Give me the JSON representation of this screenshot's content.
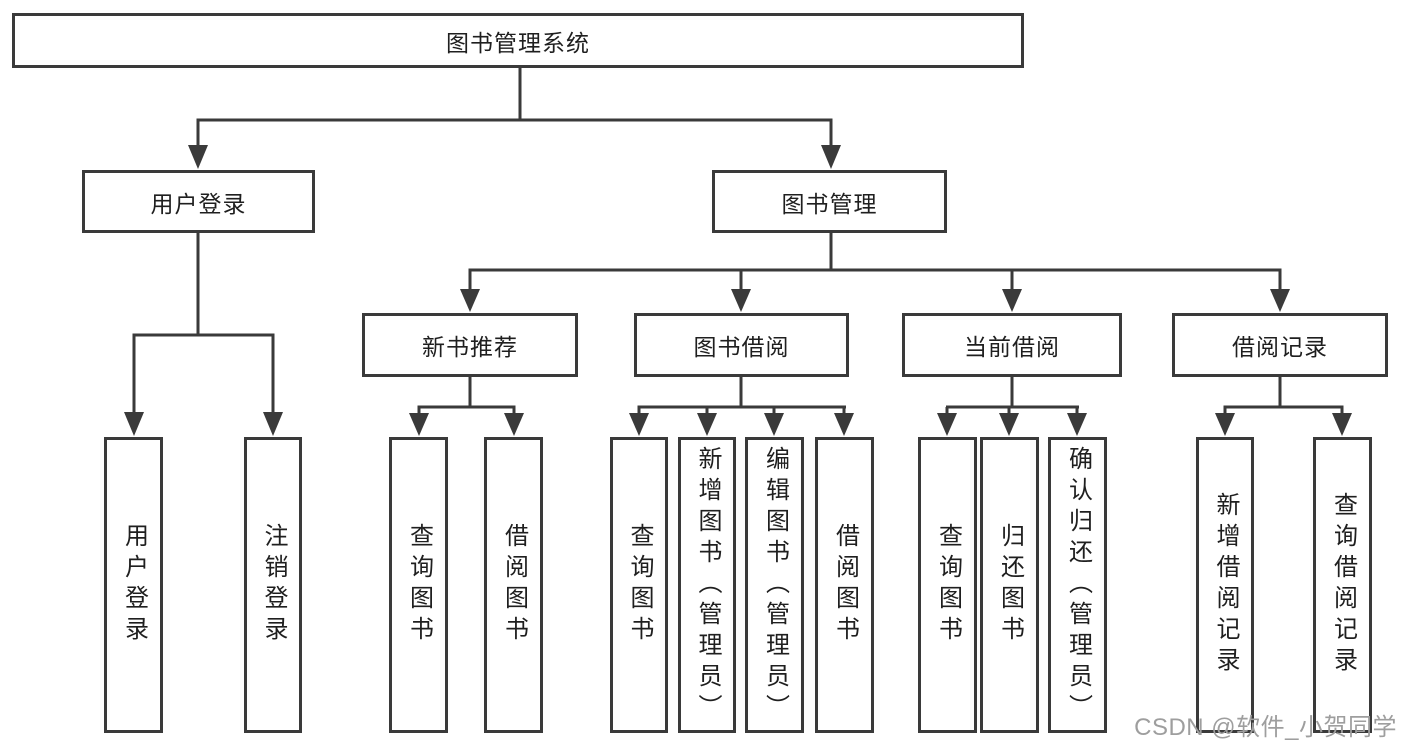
{
  "diagram": {
    "title": "图书管理系统",
    "branches": [
      {
        "label": "用户登录",
        "children": [
          {
            "label": "用户登录"
          },
          {
            "label": "注销登录"
          }
        ]
      },
      {
        "label": "图书管理",
        "children": [
          {
            "label": "新书推荐",
            "children": [
              {
                "label": "查询图书"
              },
              {
                "label": "借阅图书"
              }
            ]
          },
          {
            "label": "图书借阅",
            "children": [
              {
                "label": "查询图书"
              },
              {
                "label": "新增图书（管理员）"
              },
              {
                "label": "编辑图书（管理员）"
              },
              {
                "label": "借阅图书"
              }
            ]
          },
          {
            "label": "当前借阅",
            "children": [
              {
                "label": "查询图书"
              },
              {
                "label": "归还图书"
              },
              {
                "label": "确认归还（管理员）"
              }
            ]
          },
          {
            "label": "借阅记录",
            "children": [
              {
                "label": "新增借阅记录"
              },
              {
                "label": "查询借阅记录"
              }
            ]
          }
        ]
      }
    ]
  },
  "watermark": {
    "text": "CSDN @软件_小贺同学"
  },
  "colors": {
    "line": "#3a3a3a",
    "text": "#1f1f1f",
    "watermark": "#9e9e9e",
    "bg": "#ffffff"
  }
}
